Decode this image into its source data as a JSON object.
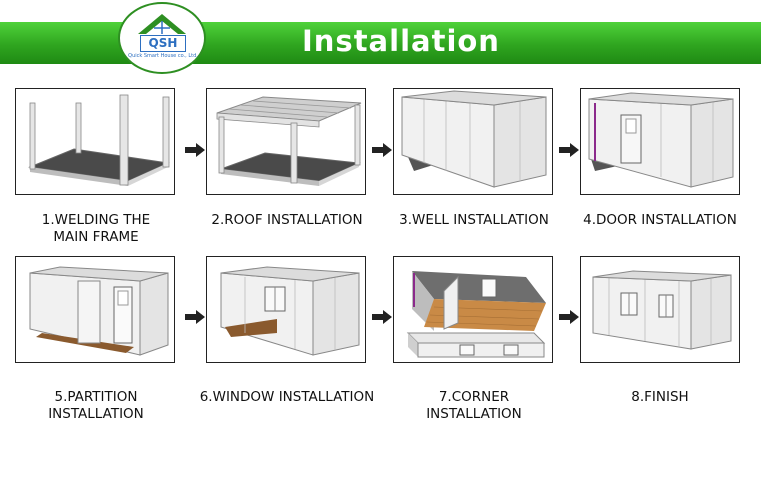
{
  "header": {
    "title": "Installation",
    "logo_text": "QSH",
    "logo_subtext": "Quick Smart House co., Ltd."
  },
  "steps": [
    {
      "label": "1.WELDING THE\nMAIN FRAME"
    },
    {
      "label": "2.ROOF INSTALLATION"
    },
    {
      "label": "3.WELL INSTALLATION"
    },
    {
      "label": "4.DOOR INSTALLATION"
    },
    {
      "label": "5.PARTITION\nINSTALLATION"
    },
    {
      "label": "6.WINDOW INSTALLATION"
    },
    {
      "label": "7.CORNER\nINSTALLATION"
    },
    {
      "label": "8.FINISH"
    }
  ],
  "colors": {
    "banner": "#3bbf2a",
    "logo_blue": "#2d6fc0",
    "floor_wood": "#8a5a2e",
    "floor_grey": "#4a4a4a"
  },
  "icons": {
    "flow": "arrow-right-icon",
    "logo": "house-roof-logo-icon"
  }
}
